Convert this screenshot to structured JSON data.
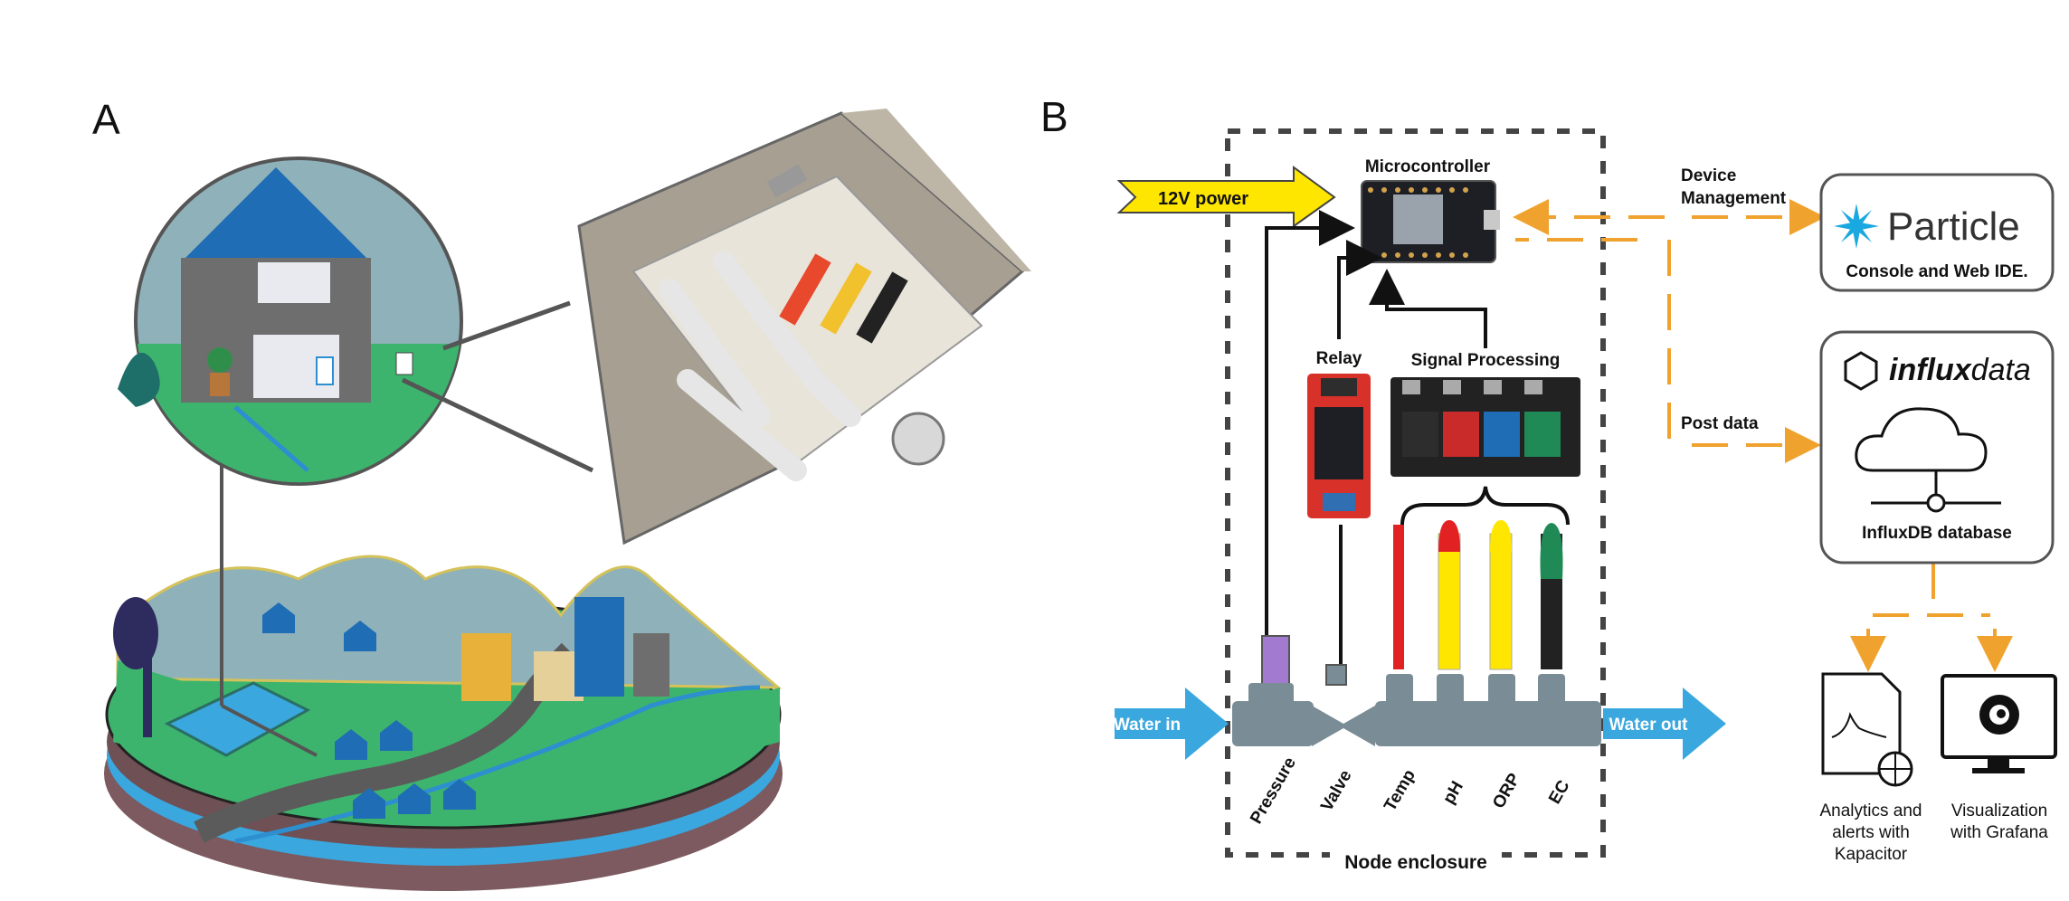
{
  "panels": {
    "a": "A",
    "b": "B"
  },
  "power": {
    "label": "12V power"
  },
  "components": {
    "microcontroller": "Microcontroller",
    "relay": "Relay",
    "signal_processing": "Signal Processing",
    "enclosure": "Node enclosure"
  },
  "flow": {
    "water_in": "Water in",
    "water_out": "Water out"
  },
  "sensors": [
    "Pressure",
    "Valve",
    "Temp",
    "pH",
    "ORP",
    "EC"
  ],
  "cloud": {
    "device_management": [
      "Device",
      "Management"
    ],
    "post_data": "Post data",
    "particle_name": "Particle",
    "particle_caption": "Console and Web IDE.",
    "influx_brand_bold": "influx",
    "influx_brand_light": "data",
    "influx_caption": "InfluxDB database",
    "kapacitor_caption": [
      "Analytics and",
      "alerts with",
      "Kapacitor"
    ],
    "grafana_caption": [
      "Visualization",
      "with Grafana"
    ]
  },
  "colors": {
    "arrow_orange": "#f0a22e",
    "power_yellow": "#ffe600",
    "water_blue": "#3aa7df",
    "pipe_gray": "#7a8c95",
    "house_blue": "#1f6db5",
    "ground_green": "#3db46d"
  }
}
